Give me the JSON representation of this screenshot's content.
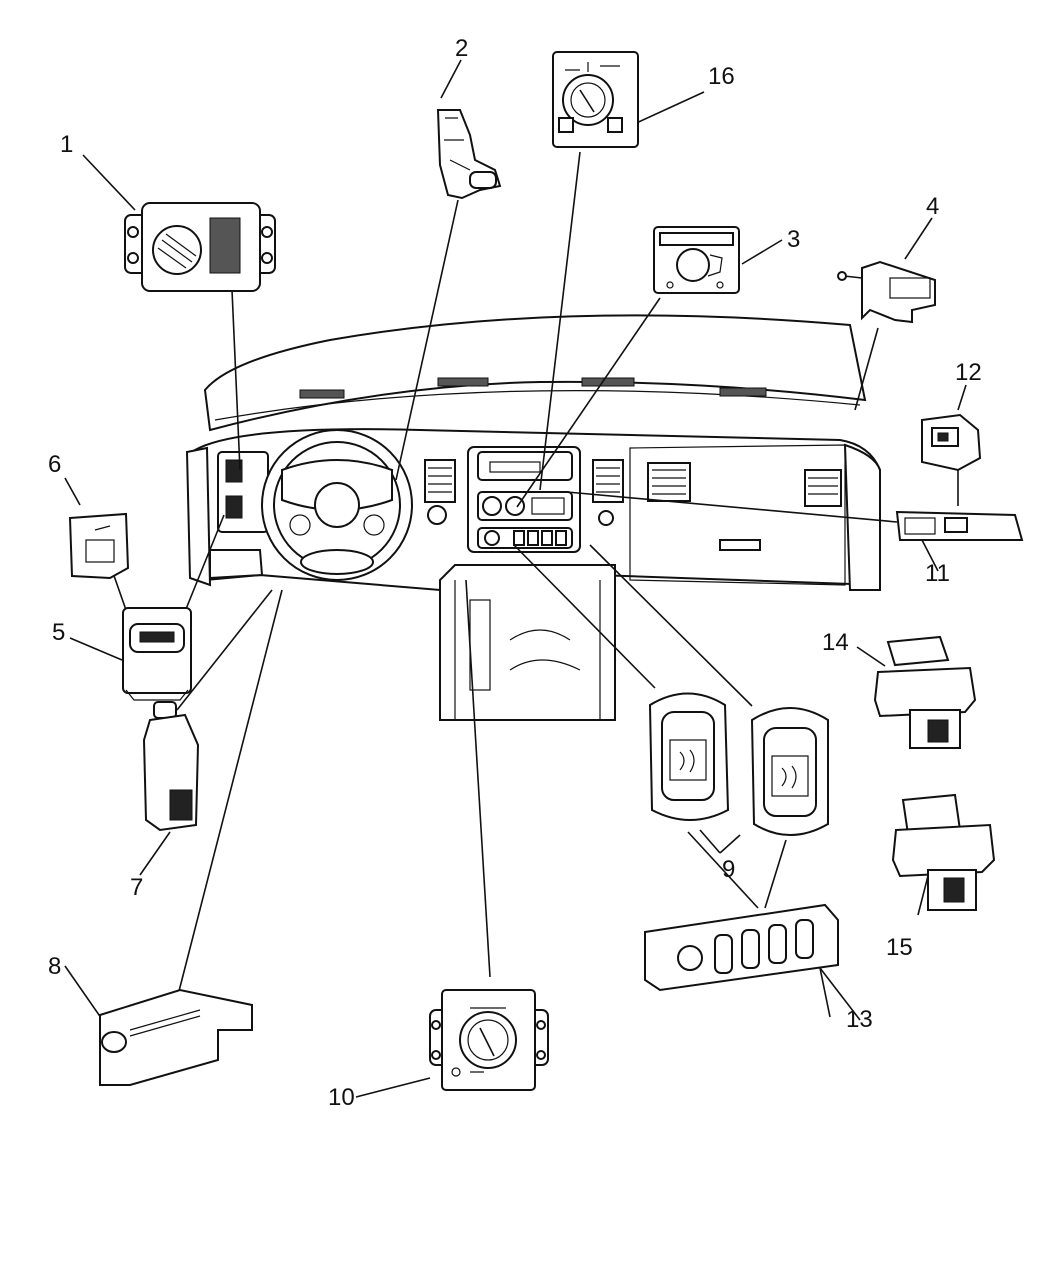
{
  "callouts": [
    {
      "id": "1",
      "label": "1"
    },
    {
      "id": "2",
      "label": "2"
    },
    {
      "id": "3",
      "label": "3"
    },
    {
      "id": "4",
      "label": "4"
    },
    {
      "id": "5",
      "label": "5"
    },
    {
      "id": "6",
      "label": "6"
    },
    {
      "id": "7",
      "label": "7"
    },
    {
      "id": "8",
      "label": "8"
    },
    {
      "id": "9",
      "label": "9"
    },
    {
      "id": "10",
      "label": "10"
    },
    {
      "id": "11",
      "label": "11"
    },
    {
      "id": "12",
      "label": "12"
    },
    {
      "id": "13",
      "label": "13"
    },
    {
      "id": "14",
      "label": "14"
    },
    {
      "id": "15",
      "label": "15"
    },
    {
      "id": "16",
      "label": "16"
    }
  ],
  "colors": {
    "ink": "#111111",
    "paper": "#ffffff"
  }
}
